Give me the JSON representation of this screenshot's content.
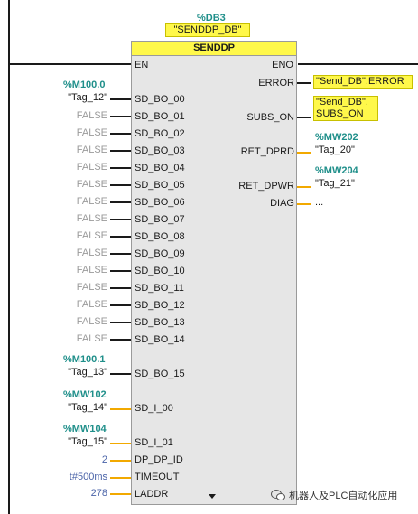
{
  "db": {
    "number": "%DB3",
    "name": "\"SENDDP_DB\""
  },
  "block": {
    "title": "SENDDP",
    "en": "EN",
    "eno": "ENO"
  },
  "inputs": [
    {
      "addr": "%M100.0",
      "tag": "\"Tag_12\"",
      "pin": "SD_BO_00"
    },
    {
      "value": "FALSE",
      "pin": "SD_BO_01"
    },
    {
      "value": "FALSE",
      "pin": "SD_BO_02"
    },
    {
      "value": "FALSE",
      "pin": "SD_BO_03"
    },
    {
      "value": "FALSE",
      "pin": "SD_BO_04"
    },
    {
      "value": "FALSE",
      "pin": "SD_BO_05"
    },
    {
      "value": "FALSE",
      "pin": "SD_BO_06"
    },
    {
      "value": "FALSE",
      "pin": "SD_BO_07"
    },
    {
      "value": "FALSE",
      "pin": "SD_BO_08"
    },
    {
      "value": "FALSE",
      "pin": "SD_BO_09"
    },
    {
      "value": "FALSE",
      "pin": "SD_BO_10"
    },
    {
      "value": "FALSE",
      "pin": "SD_BO_11"
    },
    {
      "value": "FALSE",
      "pin": "SD_BO_12"
    },
    {
      "value": "FALSE",
      "pin": "SD_BO_13"
    },
    {
      "value": "FALSE",
      "pin": "SD_BO_14"
    },
    {
      "addr": "%M100.1",
      "tag": "\"Tag_13\"",
      "pin": "SD_BO_15"
    },
    {
      "addr": "%MW102",
      "tag": "\"Tag_14\"",
      "pin": "SD_I_00"
    },
    {
      "addr": "%MW104",
      "tag": "\"Tag_15\"",
      "pin": "SD_I_01"
    },
    {
      "value": "2",
      "pin": "DP_DP_ID"
    },
    {
      "value": "t#500ms",
      "pin": "TIMEOUT"
    },
    {
      "value": "278",
      "pin": "LADDR"
    }
  ],
  "outputs": [
    {
      "pin": "ERROR",
      "tag": "\"Send_DB\".ERROR"
    },
    {
      "pin": "SUBS_ON",
      "tag_line1": "\"Send_DB\".",
      "tag_line2": "SUBS_ON"
    },
    {
      "pin": "RET_DPRD",
      "addr": "%MW202",
      "tag": "\"Tag_20\""
    },
    {
      "pin": "RET_DPWR",
      "addr": "%MW204",
      "tag": "\"Tag_21\""
    },
    {
      "pin": "DIAG",
      "value": "..."
    }
  ],
  "expand_icon": "triangle-down-icon",
  "watermark": "机器人及PLC自动化应用",
  "colors": {
    "accent_yellow": "#fff84a",
    "tag_green": "#1f8f8a",
    "wire_orange": "#f2a900",
    "block_bg": "#e6e6e6"
  }
}
